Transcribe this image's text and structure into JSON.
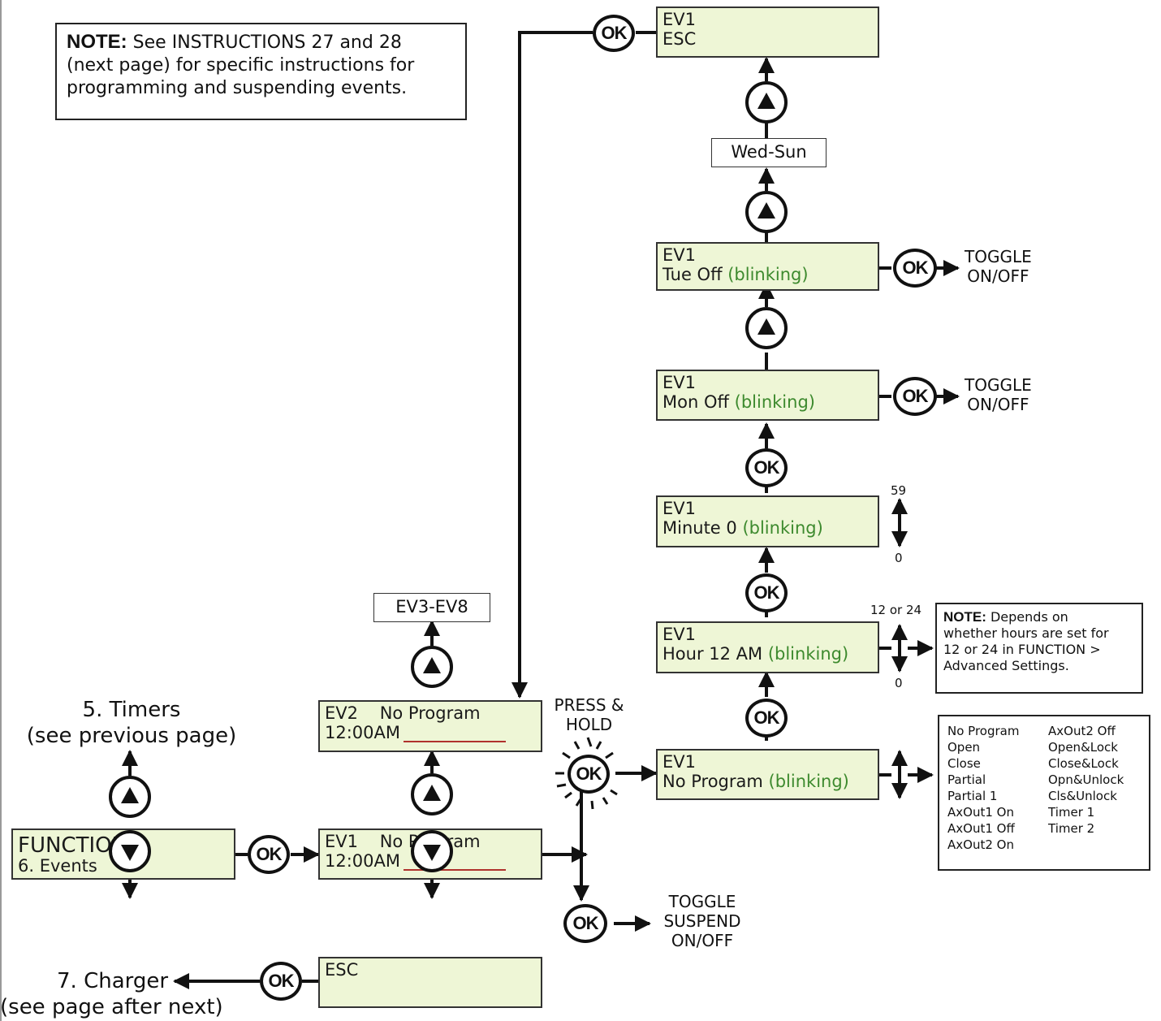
{
  "note_main": {
    "heading": "NOTE:",
    "line1": "See INSTRUCTIONS 27 and 28",
    "line2": "(next page) for specific instructions for",
    "line3": "programming and suspending events."
  },
  "note_hours": {
    "heading": "NOTE:",
    "line1": "Depends on",
    "line2": "whether hours are set for",
    "line3": "12 or 24 in FUNCTION >",
    "line4": "Advanced Settings."
  },
  "function_display": {
    "line1": "FUNCTION",
    "line2": "6. Events"
  },
  "timers_link": {
    "line1": "5. Timers",
    "line2": "(see previous page)"
  },
  "charger_link": {
    "line1": "7. Charger",
    "line2": "(see page after next)"
  },
  "ev1_list": {
    "name": "EV1",
    "status": "No Program",
    "time": "12:00AM"
  },
  "ev2_list": {
    "name": "EV2",
    "status": "No Program",
    "time": "12:00AM"
  },
  "ev3_ev8": "EV3-EV8",
  "esc_display": "ESC",
  "press_hold": {
    "line1": "PRESS &",
    "line2": "HOLD"
  },
  "toggle_suspend": {
    "line1": "TOGGLE",
    "line2": "SUSPEND",
    "line3": "ON/OFF"
  },
  "step_program": {
    "line1": "EV1",
    "line2": "No Program",
    "blink": "(blinking)"
  },
  "step_hour": {
    "line1": "EV1",
    "line2": "Hour 12 AM",
    "blink": "(blinking)"
  },
  "step_minute": {
    "line1": "EV1",
    "line2": "Minute 0",
    "blink": "(blinking)"
  },
  "step_mon": {
    "line1": "EV1",
    "line2": "Mon Off",
    "blink": "(blinking)"
  },
  "step_tue": {
    "line1": "EV1",
    "line2": "Tue Off",
    "blink": "(blinking)"
  },
  "wed_sun": "Wed-Sun",
  "step_esc": {
    "line1": "EV1",
    "line2": "ESC"
  },
  "toggle_mon": {
    "line1": "TOGGLE",
    "line2": "ON/OFF"
  },
  "toggle_tue": {
    "line1": "TOGGLE",
    "line2": "ON/OFF"
  },
  "hour_range": {
    "top": "12 or 24",
    "bottom": "0"
  },
  "minute_range": {
    "top": "59",
    "bottom": "0"
  },
  "program_options": {
    "col1": [
      "No Program",
      "Open",
      "Close",
      "Partial",
      "Partial 1",
      "AxOut1 On",
      "AxOut1 Off",
      "AxOut2 On"
    ],
    "col2": [
      "AxOut2 Off",
      "Open&Lock",
      "Close&Lock",
      "Opn&Unlock",
      "Cls&Unlock",
      "Timer 1",
      "Timer 2"
    ]
  },
  "button_labels": {
    "ok": "OK"
  },
  "colors": {
    "lcd_fill": "#eef6d6",
    "blinking_text": "#3d8a2e",
    "underline": "#b0322c"
  }
}
